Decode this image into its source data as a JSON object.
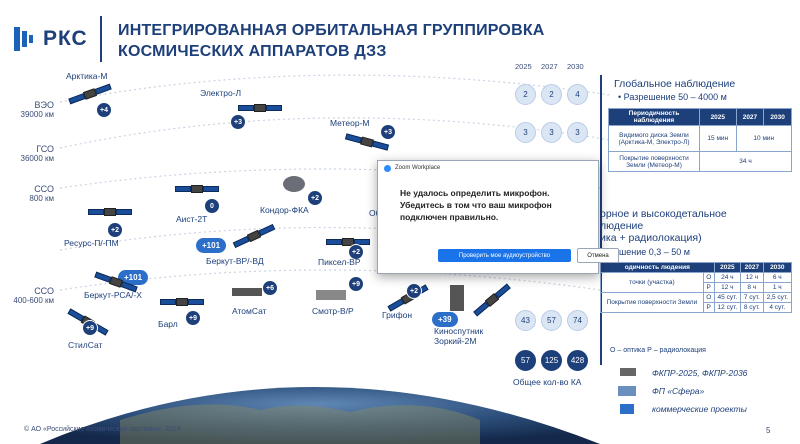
{
  "header": {
    "logo_text": "РКС",
    "title_line1": "ИНТЕГРИРОВАННАЯ ОРБИТАЛЬНАЯ ГРУППИРОВКА",
    "title_line2": "КОСМИЧЕСКИХ АППАРАТОВ ДЗЗ"
  },
  "orbits": [
    {
      "name": "ВЭО",
      "altitude": "39000 км"
    },
    {
      "name": "ГСО",
      "altitude": "36000 км"
    },
    {
      "name": "ССО",
      "altitude": "800 км"
    },
    {
      "name": "ССО",
      "altitude": "400-600 км"
    }
  ],
  "satellites": [
    {
      "name": "Арктика-М",
      "badge": "+4"
    },
    {
      "name": "Электро-Л",
      "badge": "+3"
    },
    {
      "name": "Метеор-М",
      "badge": "+3"
    },
    {
      "name": "Аист-2Т",
      "badge": "0"
    },
    {
      "name": "Кондор-ФКА",
      "badge": "+2"
    },
    {
      "name": "Об",
      "badge": ""
    },
    {
      "name": "Ресурс-П/-ПМ",
      "badge": "+2"
    },
    {
      "name": "Беркут-ВР/-ВД",
      "badge": "+101"
    },
    {
      "name": "Пиксел-ВР",
      "badge": "+2"
    },
    {
      "name": "Беркут-РСА/-Х",
      "badge": "+101"
    },
    {
      "name": "АтомСат",
      "badge": "+6"
    },
    {
      "name": "Смотр-В/Р",
      "badge": "+9"
    },
    {
      "name": "Грифон",
      "badge": "+2"
    },
    {
      "name": "СтилСат",
      "badge": "+9"
    },
    {
      "name": "Барл",
      "badge": "+9"
    },
    {
      "name": "Киноспутник Зоркий-2М",
      "badge": "+39"
    }
  ],
  "counts": {
    "years": [
      "2025",
      "2027",
      "2030"
    ],
    "rows": [
      [
        "2",
        "2",
        "4"
      ],
      [
        "3",
        "3",
        "3"
      ],
      [
        "43",
        "57",
        "74"
      ],
      [
        "57",
        "125",
        "428"
      ]
    ],
    "total_label": "Общее кол-во КА"
  },
  "global": {
    "title": "Глобальное наблюдение",
    "resolution": "• Разрешение 50 – 4000 м",
    "table_header": [
      "Периодичность наблюдения",
      "2025",
      "2027",
      "2030"
    ],
    "rows": [
      [
        "Видимого диска Земли (Арктика-М, Электро-Л)",
        "15 мин",
        "10 мин"
      ],
      [
        "Покрытие поверхности Земли (Метеор-М)",
        "34 ч"
      ]
    ]
  },
  "detailed": {
    "title_line1": "орное и высокодетальное",
    "title_line2": "людение",
    "title_line3": "ика + радиолокация)",
    "resolution": "азрешение 0,3 – 50 м",
    "table_header": [
      "одичность людения",
      "2025",
      "2027",
      "2030"
    ],
    "rows": [
      [
        "точки (участка)",
        "О",
        "24 ч",
        "12 ч",
        "6 ч"
      ],
      [
        "",
        "Р",
        "12 ч",
        "8 ч",
        "1 ч"
      ],
      [
        "Покрытие поверхности Земли",
        "О",
        "45 сут.",
        "7 сут.",
        "2,5 сут."
      ],
      [
        "",
        "Р",
        "12 сут.",
        "8 сут.",
        "4 сут."
      ]
    ],
    "legend": "О – оптика  Р – радиолокация"
  },
  "programs": {
    "line1": "ФКПР-2025, ФКПР-2036",
    "line2": "ФП «Сфера»",
    "line3": "коммерческие проекты"
  },
  "dialog": {
    "app": "Zoom Workplace",
    "message": "Не удалось определить микрофон. Убедитесь в том что ваш микрофон подключен правильно.",
    "primary_button": "Проверить мое аудиоустройство",
    "secondary_button": "Отмена"
  },
  "footer": {
    "copyright": "© АО «Российские космические системы», 2024",
    "page": "5"
  },
  "colors": {
    "brand": "#1d3f7a",
    "accent": "#2c6fc8"
  }
}
